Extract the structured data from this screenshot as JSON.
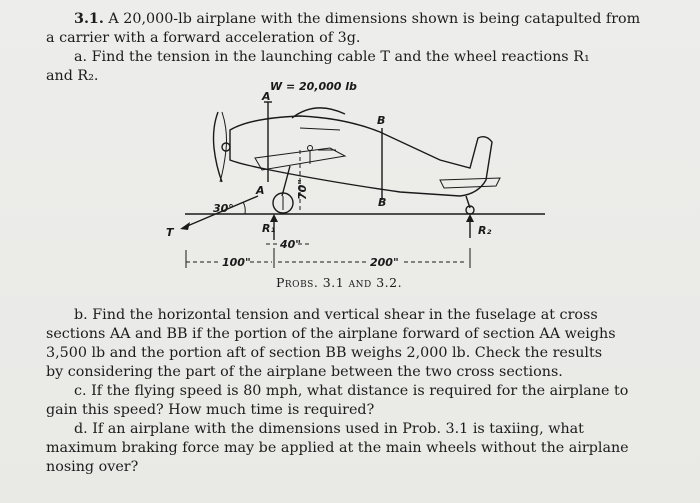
{
  "problem_31": {
    "number": "3.1.",
    "intro_line1": "A 20,000-lb airplane with the dimensions shown is being catapulted from",
    "intro_line2": "a carrier with a forward acceleration of 3g.",
    "part_a_line1": "a. Find the tension in the launching cable T and the wheel reactions R₁",
    "part_a_line2": "and R₂."
  },
  "figure": {
    "weight_label": "W = 20,000 lb",
    "section_a": "A",
    "section_b": "B",
    "angle_label": "30°",
    "tension_label": "T",
    "r1_label": "R₁",
    "r2_label": "R₂",
    "height_dim": "70\"",
    "offset_dim": "40\"",
    "left_dim": "100\"",
    "right_dim": "200\"",
    "caption": "Probs. 3.1 and 3.2."
  },
  "part_b": {
    "line1": "b. Find the horizontal tension and vertical shear in the fuselage at cross",
    "line2": "sections AA and BB if the portion of the airplane forward of section AA weighs",
    "line3": "3,500 lb and the portion aft of section BB weighs 2,000 lb.   Check the results",
    "line4": "by considering the part of the airplane between the two cross sections."
  },
  "part_c": {
    "line1": "c. If the flying speed is 80 mph, what distance is required for the airplane to",
    "line2": "gain this speed?   How much time is required?"
  },
  "part_d": {
    "line1": "d. If an airplane with the dimensions used in Prob. 3.1 is taxiing, what",
    "line2": "maximum braking force may be applied at the main wheels without the airplane",
    "line3": "nosing over?"
  }
}
